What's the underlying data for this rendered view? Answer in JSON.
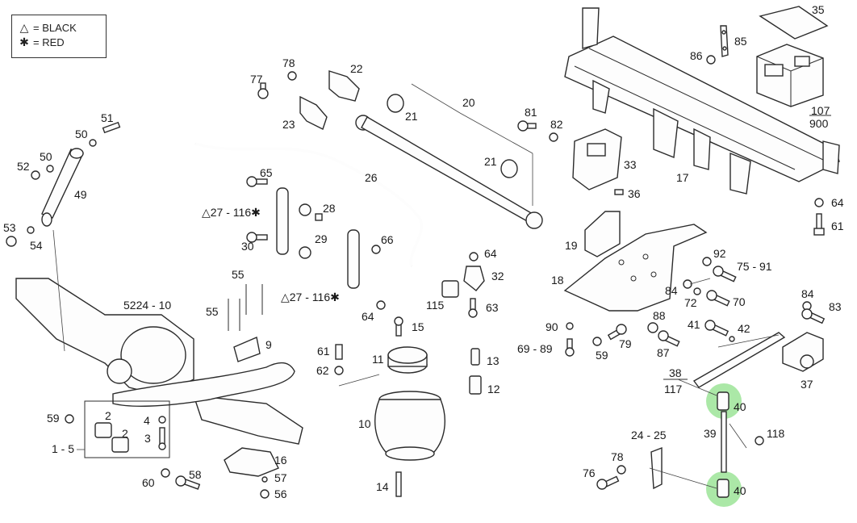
{
  "legend": {
    "black_symbol": "△",
    "black_label": "= BLACK",
    "red_symbol": "✱",
    "red_label": "= RED"
  },
  "highlight_color": "#7fdc7a",
  "labels": {
    "p35": "35",
    "p85": "85",
    "p86": "86",
    "p107": "107",
    "p900": "900",
    "p17": "17",
    "p33": "33",
    "p36": "36",
    "p64a": "64",
    "p61a": "61",
    "p19": "19",
    "p18": "18",
    "p92": "92",
    "p75_91": "75 - 91",
    "p84a": "84",
    "p72": "72",
    "p70": "70",
    "p84b": "84",
    "p83": "83",
    "p88": "88",
    "p41": "41",
    "p42": "42",
    "p90": "90",
    "p79": "79",
    "p69_89": "69 - 89",
    "p59a": "59",
    "p87": "87",
    "p38": "38",
    "p117": "117",
    "p37": "37",
    "p40a": "40",
    "p39": "39",
    "p118": "118",
    "p24_25": "24 - 25",
    "p78a": "78",
    "p76": "76",
    "p40b": "40",
    "p77": "77",
    "p78b": "78",
    "p22": "22",
    "p23": "23",
    "p20": "20",
    "p81": "81",
    "p82": "82",
    "p21a": "21",
    "p21b": "21",
    "p26": "26",
    "p65": "65",
    "p27a": "△27 - 116✱",
    "p28": "28",
    "p29": "29",
    "p30": "30",
    "p66": "66",
    "p27b": "△27 - 116✱",
    "p64b": "64",
    "p64c": "64",
    "p32": "32",
    "p115": "115",
    "p63": "63",
    "p51": "51",
    "p50a": "50",
    "p52": "52",
    "p50b": "50",
    "p49": "49",
    "p53": "53",
    "p54": "54",
    "p5224": "5224 - 10",
    "p55a": "55",
    "p55b": "55",
    "p9": "9",
    "p15": "15",
    "p61b": "61",
    "p62": "62",
    "p11": "11",
    "p13": "13",
    "p12": "12",
    "p10": "10",
    "p14": "14",
    "p59b": "59",
    "p2a": "2",
    "p2b": "2",
    "p4": "4",
    "p3": "3",
    "p1_5": "1 - 5",
    "p60": "60",
    "p58": "58",
    "p16": "16",
    "p57": "57",
    "p56": "56"
  }
}
